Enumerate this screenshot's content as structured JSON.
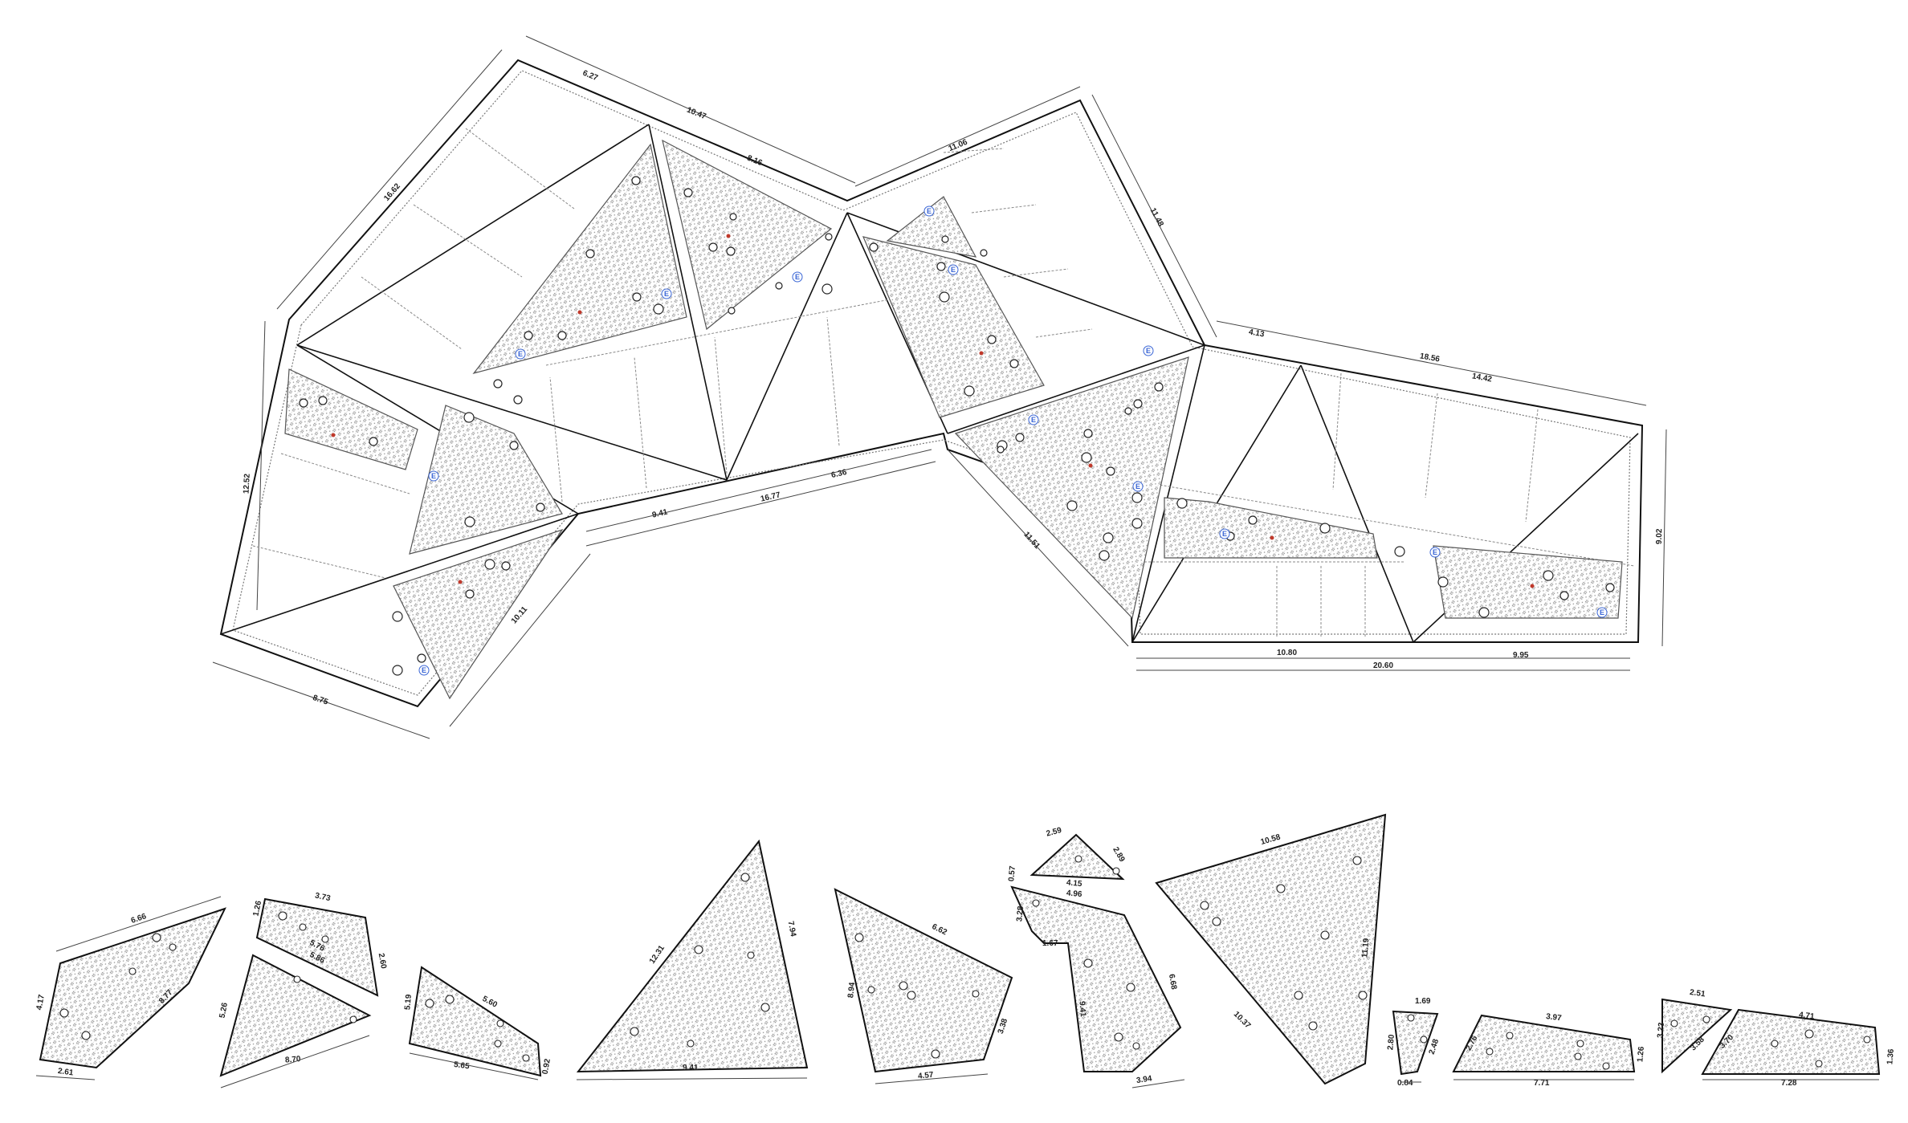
{
  "plan_dimensions": [
    "6.27",
    "10.47",
    "8.16",
    "11.06",
    "11.48",
    "16.62",
    "12.52",
    "8.75",
    "10.11",
    "9.41",
    "16.77",
    "6.36",
    "11.51",
    "4.13",
    "18.56",
    "14.42",
    "9.02",
    "10.80",
    "20.60",
    "9.95"
  ],
  "piece_dimensions": [
    "6.66",
    "4.17",
    "8.77",
    "2.61",
    "1.26",
    "3.73",
    "2.60",
    "5.76",
    "5.86",
    "5.26",
    "8.70",
    "5.19",
    "5.60",
    "5.65",
    "0.92",
    "12.31",
    "7.94",
    "9.41",
    "6.62",
    "8.94",
    "3.38",
    "4.57",
    "2.59",
    "2.89",
    "4.15",
    "0.57",
    "4.96",
    "3.28",
    "1.67",
    "9.41",
    "6.68",
    "3.94",
    "10.58",
    "10.37",
    "11.19",
    "1.69",
    "2.80",
    "2.48",
    "0.84",
    "3.97",
    "2.76",
    "7.71",
    "1.26",
    "2.51",
    "3.23",
    "3.58",
    "3.70",
    "4.71",
    "1.36",
    "7.28"
  ],
  "planter_label": "E",
  "colors": {
    "line": "#111111",
    "hatch": "#9a9a9a",
    "label": "#3a66d6",
    "dot": "#c0392b"
  }
}
